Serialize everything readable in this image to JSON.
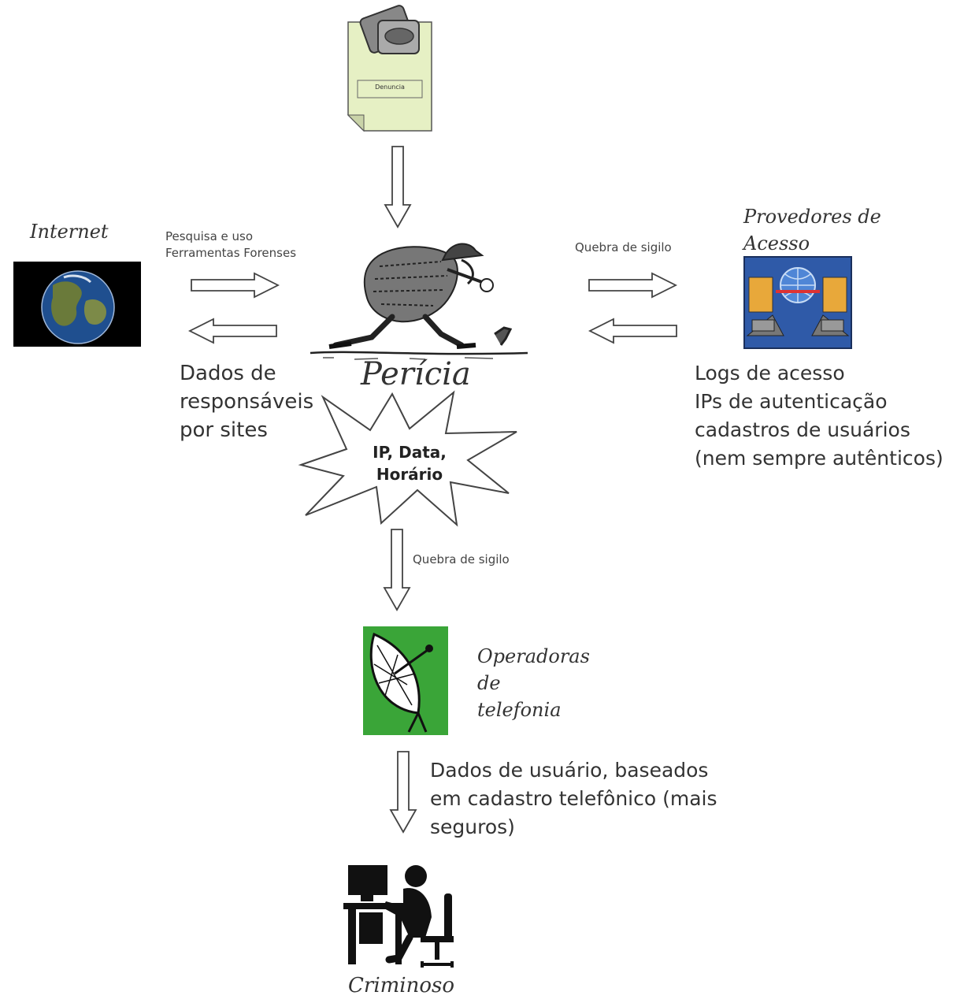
{
  "nodes": {
    "denuncia": {
      "label": "Denuncia"
    },
    "internet": {
      "label": "Internet"
    },
    "pericia": {
      "label": "Perícia"
    },
    "provedores": {
      "label_line1": "Provedores de",
      "label_line2": "Acesso"
    },
    "burst": {
      "line1": "IP, Data,",
      "line2": "Horário"
    },
    "operadoras": {
      "line1": "Operadoras",
      "line2": "de",
      "line3": "telefonia"
    },
    "criminoso": {
      "label": "Criminoso"
    }
  },
  "edges": {
    "internet_query": {
      "line1": "Pesquisa e uso",
      "line2": "Ferramentas Forenses"
    },
    "internet_result": {
      "line1": "Dados de",
      "line2": "responsáveis",
      "line3": "por sites"
    },
    "provider_query": {
      "label": "Quebra de sigilo"
    },
    "provider_result": {
      "line1": "Logs de acesso",
      "line2": "IPs de autenticação",
      "line3": "cadastros de usuários",
      "line4": "(nem sempre autênticos)"
    },
    "telco_query": {
      "label": "Quebra de sigilo"
    },
    "telco_result": {
      "line1": "Dados de usuário, baseados",
      "line2": "em cadastro telefônico (mais",
      "line3": "seguros)"
    }
  },
  "icons": {
    "document": "document-icon",
    "globe": "globe-icon",
    "detective": "detective-icon",
    "network": "network-computers-icon",
    "satellite": "satellite-dish-icon",
    "computer_user": "computer-user-icon"
  },
  "colors": {
    "paper": "#e6f0c4",
    "globe_bg": "#000000",
    "network_bg": "#2f5aa8",
    "dish_bg": "#3aa538",
    "ink": "#222222"
  }
}
